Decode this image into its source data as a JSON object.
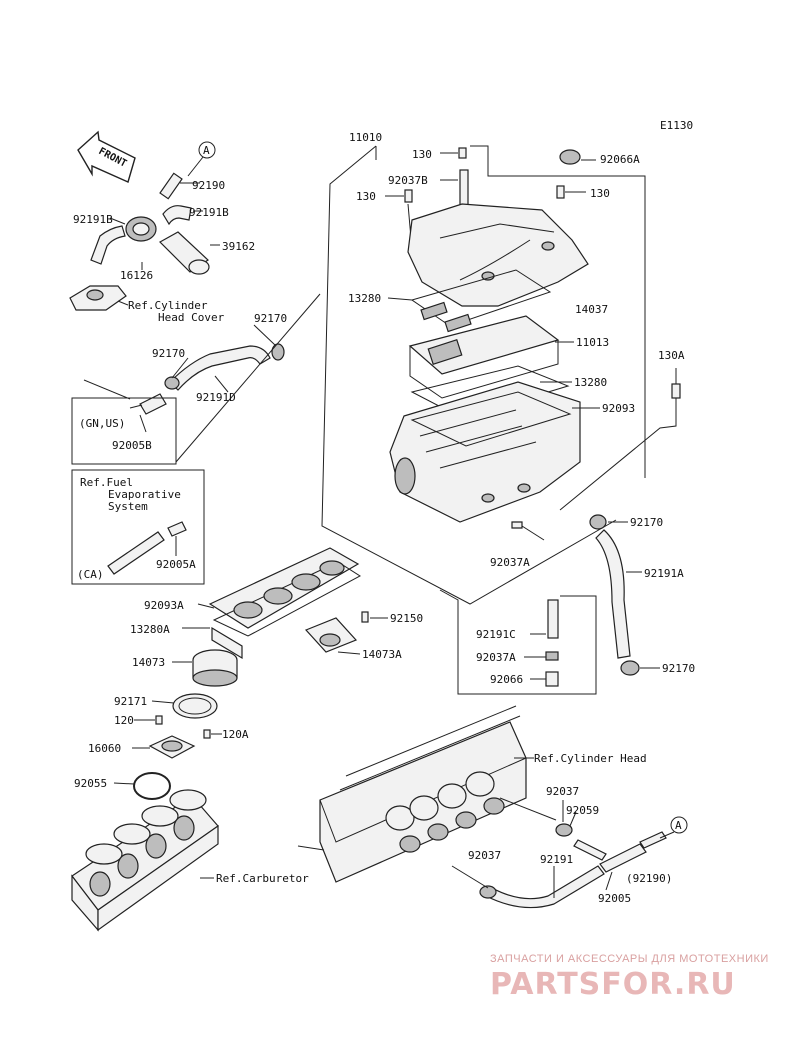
{
  "diagram_code": "E1130",
  "front_label": "FRONT",
  "callout_a": "A",
  "labels": {
    "top_11010": "11010",
    "p130_top": "130",
    "p92066A": "92066A",
    "p92037B": "92037B",
    "p130_left": "130",
    "p130_right": "130",
    "p13280_top": "13280",
    "p14037": "14037",
    "p11013": "11013",
    "p13280_mid": "13280",
    "p92093": "92093",
    "p130A": "130A",
    "p92170_right": "92170",
    "p92191A": "92191A",
    "p92037A_mid": "92037A",
    "p92191C": "92191C",
    "p92037A_low": "92037A",
    "p92066": "92066",
    "p92170_low": "92170",
    "p92190_top": "92190",
    "p92191B_left": "92191B",
    "p92191B_right": "92191B",
    "p39162": "39162",
    "p16126": "16126",
    "ref_head_cover_1": "Ref.Cylinder",
    "ref_head_cover_2": "Head Cover",
    "p92170_mid": "92170",
    "p92170_left": "92170",
    "p92191D": "92191D",
    "gn_us": "(GN,US)",
    "p92005B": "92005B",
    "ref_fuel_1": "Ref.Fuel",
    "ref_fuel_2": "Evaporative",
    "ref_fuel_3": "System",
    "ca": "(CA)",
    "p92005A": "92005A",
    "p92093A": "92093A",
    "p92150": "92150",
    "p13280A": "13280A",
    "p14073": "14073",
    "p14073A": "14073A",
    "p92171": "92171",
    "p120": "120",
    "p120A": "120A",
    "p16060": "16060",
    "p92055": "92055",
    "ref_cyl_head": "Ref.Cylinder Head",
    "ref_carb": "Ref.Carburetor",
    "p92037_r": "92037",
    "p92059": "92059",
    "p92037_l": "92037",
    "p92191": "92191",
    "p92190_paren": "(92190)",
    "p92005": "92005"
  },
  "watermark": {
    "tagline": "ЗАПЧАСТИ И АКСЕССУАРЫ ДЛЯ МОТОТЕХНИКИ",
    "brand": "PARTSFOR.RU",
    "color": "#e8b7b7"
  },
  "colors": {
    "line": "#222222",
    "part_fill": "#f2f2f2",
    "part_shade": "#bdbdbd"
  }
}
